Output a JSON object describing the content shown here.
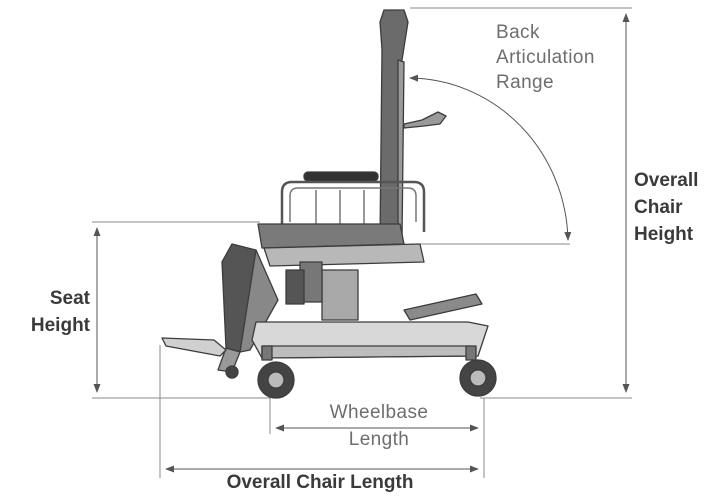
{
  "labels": {
    "back_articulation": [
      "Back",
      "Articulation",
      "Range"
    ],
    "overall_chair_height": [
      "Overall",
      "Chair",
      "Height"
    ],
    "seat_height": [
      "Seat",
      "Height"
    ],
    "wheelbase_length": [
      "Wheelbase",
      "Length"
    ],
    "overall_chair_length": "Overall Chair Length"
  },
  "colors": {
    "line": "#8a8a8a",
    "frame_dark": "#4a4a4a",
    "frame_light": "#bdbdbd",
    "label_light": "#6e6e6e",
    "label_bold": "#3a3a3a"
  }
}
